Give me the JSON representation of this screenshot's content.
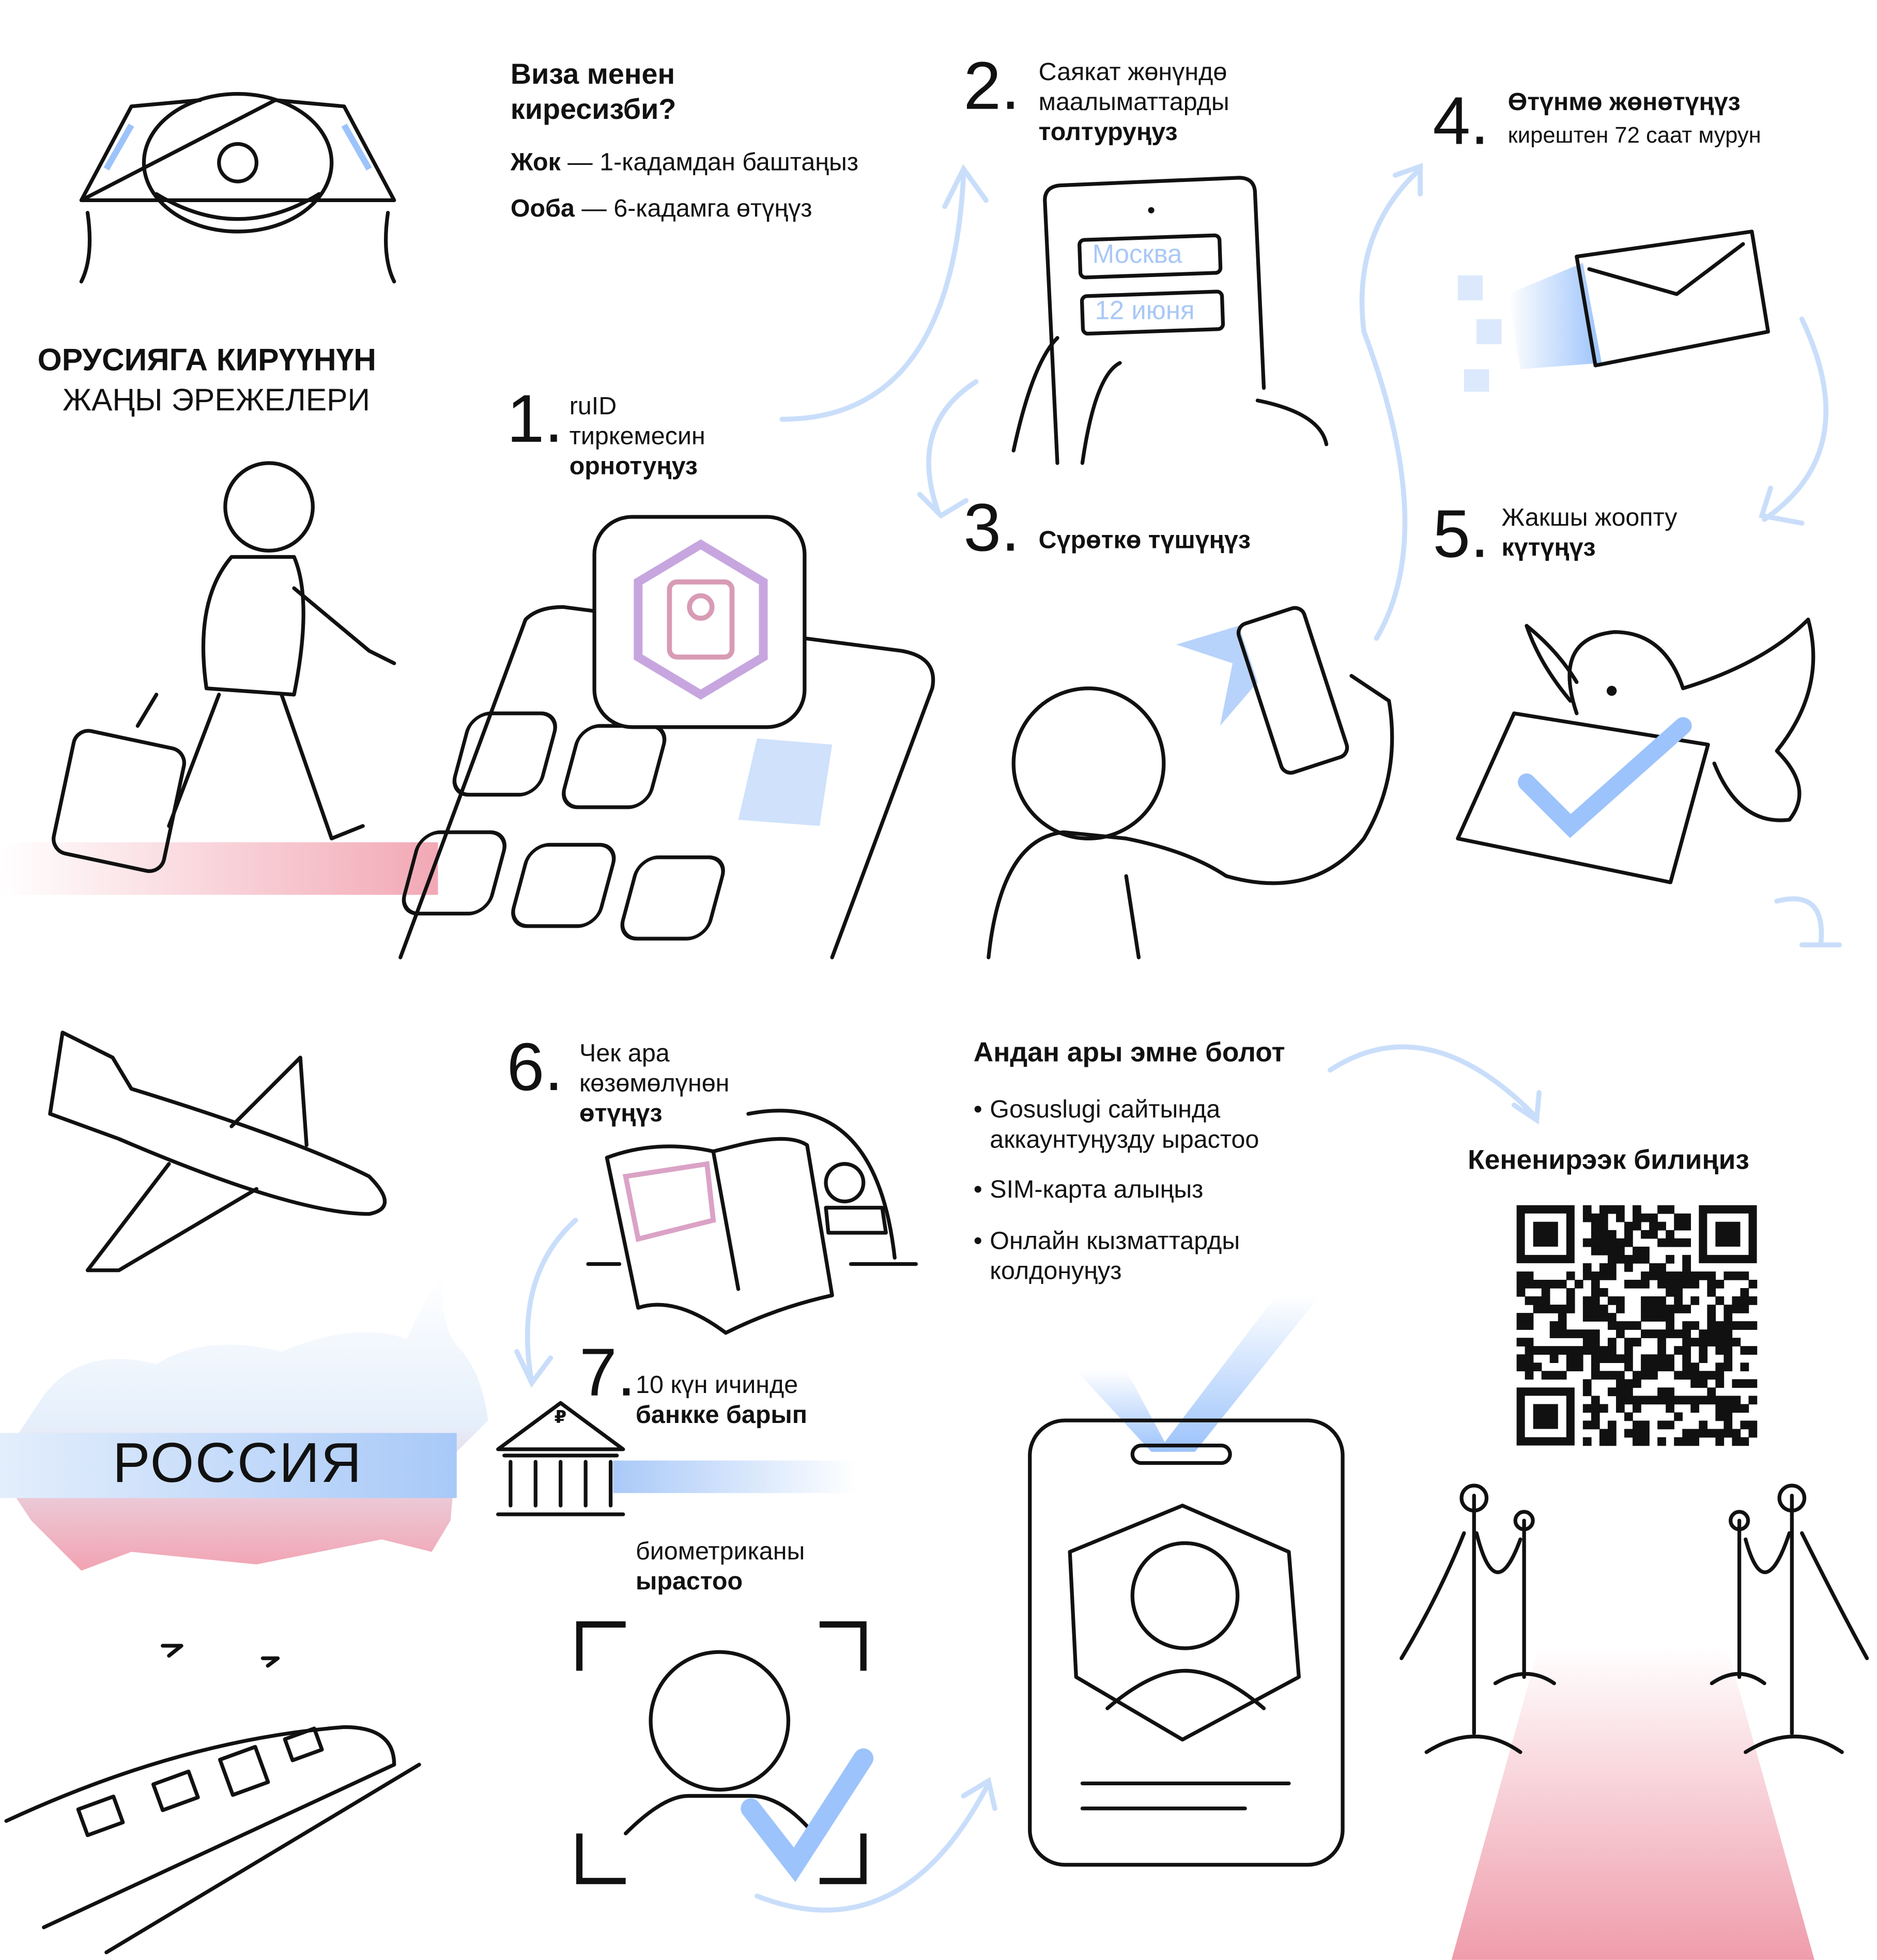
{
  "title": {
    "line1": "ОРУСИЯГА КИРҮҮНҮН",
    "line2": "ЖАҢЫ ЭРЕЖЕЛЕРИ"
  },
  "visa_question": {
    "heading": "Виза менен киресизби?",
    "no_label": "Жок",
    "no_text": " — 1-кадамдан баштаңыз",
    "yes_label": "Ооба",
    "yes_text": " — 6-кадамга өтүңүз"
  },
  "steps": [
    {
      "number": "1.",
      "line1": "ruID",
      "line2": "тиркемесин",
      "line3": "орнотуңуз"
    },
    {
      "number": "2.",
      "line1": "Саякат жөнүндө",
      "line2": "маалыматтарды",
      "line3": "толтуруңуз"
    },
    {
      "number": "3.",
      "line1": "Сүрөткө түшүңүз"
    },
    {
      "number": "4.",
      "line1": "Өтүнмө жөнөтүңүз",
      "line2": "кирештен 72 саат мурун"
    },
    {
      "number": "5.",
      "line1": "Жакшы жоопту",
      "line2": "күтүңүз"
    },
    {
      "number": "6.",
      "line1": "Чек ара",
      "line2": "көзөмөлүнөн",
      "line3": "өтүңүз"
    },
    {
      "number": "7.",
      "line1": "10 күн ичинде",
      "line2": "банкке барып",
      "line3": "биометриканы",
      "line4": "ырастоо"
    }
  ],
  "phone_form": {
    "city": "Москва",
    "date": "12 июня"
  },
  "next": {
    "heading": "Андан ары эмне болот",
    "items": [
      "Gosuslugi сайтында аккаунтуңузду ырастоо",
      "SIM-карта алыңыз",
      "Онлайн кызматтарды колдонуңуз"
    ]
  },
  "more_info": "Кененирээк билиңиз",
  "map_label": "РОССИЯ",
  "bank_symbol": "₽",
  "colors": {
    "accent_blue": "#9cc3fb",
    "accent_pink": "#ef9cab",
    "ink": "#111111"
  }
}
